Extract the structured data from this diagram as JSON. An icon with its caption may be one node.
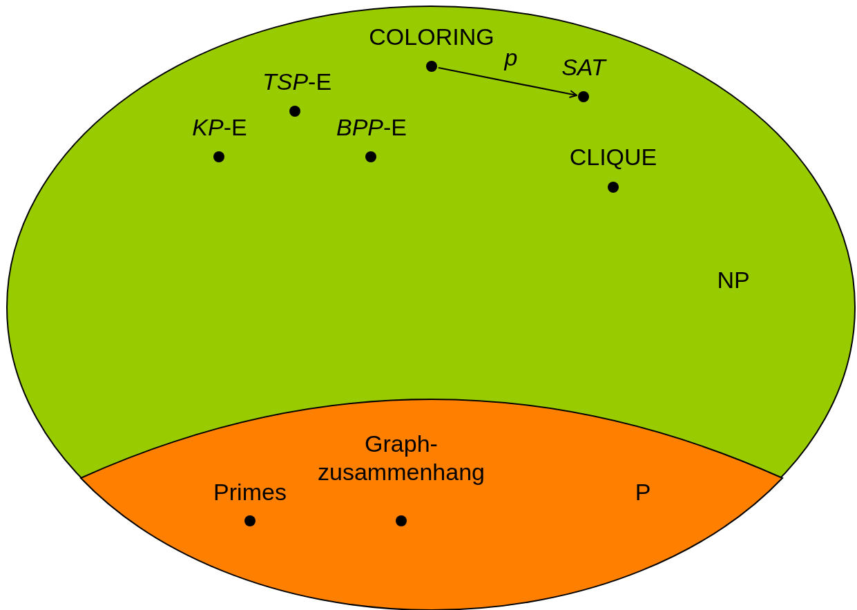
{
  "diagram": {
    "nodes": [
      {
        "text": [
          "NP"
        ]
      },
      {
        "text": [
          "COLORING"
        ],
        "in": 0
      },
      {
        "text": [
          "SAT"
        ],
        "in": 0
      },
      {
        "text": [
          "*TSP*-E"
        ],
        "in": 0
      },
      {
        "text": [
          "*KP*-E"
        ],
        "in": 0
      },
      {
        "text": [
          "*BPP*-E"
        ],
        "in": 0
      },
      {
        "text": [
          "CLIQUE"
        ],
        "in": 0
      },
      {
        "text": [
          "P"
        ],
        "in": 0
      },
      {
        "text": [
          "Primes"
        ],
        "in": 7
      },
      {
        "text": [
          "Graph- zusammenhang"
        ],
        "in": 7
      }
    ],
    "edges": [
      {
        "from": 1,
        "to": 2,
        "arrow": "to",
        "label": "p"
      }
    ]
  }
}
